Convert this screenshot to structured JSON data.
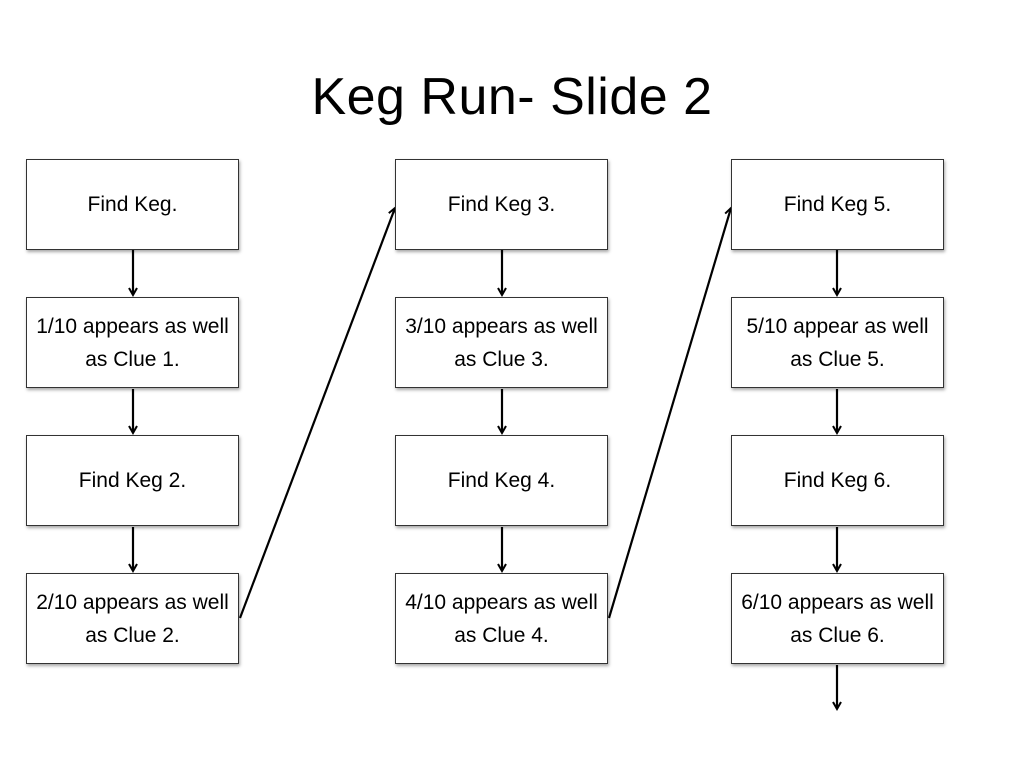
{
  "slide": {
    "title": "Keg Run- Slide 2"
  },
  "columns": [
    {
      "boxes": [
        {
          "text": "Find Keg."
        },
        {
          "text": "1/10 appears as well as Clue 1."
        },
        {
          "text": "Find Keg 2."
        },
        {
          "text": "2/10 appears as well as Clue 2."
        }
      ]
    },
    {
      "boxes": [
        {
          "text": "Find Keg 3."
        },
        {
          "text": "3/10 appears as well as Clue 3."
        },
        {
          "text": "Find Keg 4."
        },
        {
          "text": "4/10 appears as well as Clue 4."
        }
      ]
    },
    {
      "boxes": [
        {
          "text": "Find Keg 5."
        },
        {
          "text": "5/10 appear as well as Clue 5."
        },
        {
          "text": "Find Keg 6."
        },
        {
          "text": "6/10 appears as well as Clue 6."
        }
      ]
    }
  ],
  "colors": {
    "background": "#ffffff",
    "text": "#000000",
    "box_border": "#333333",
    "arrow": "#000000"
  }
}
